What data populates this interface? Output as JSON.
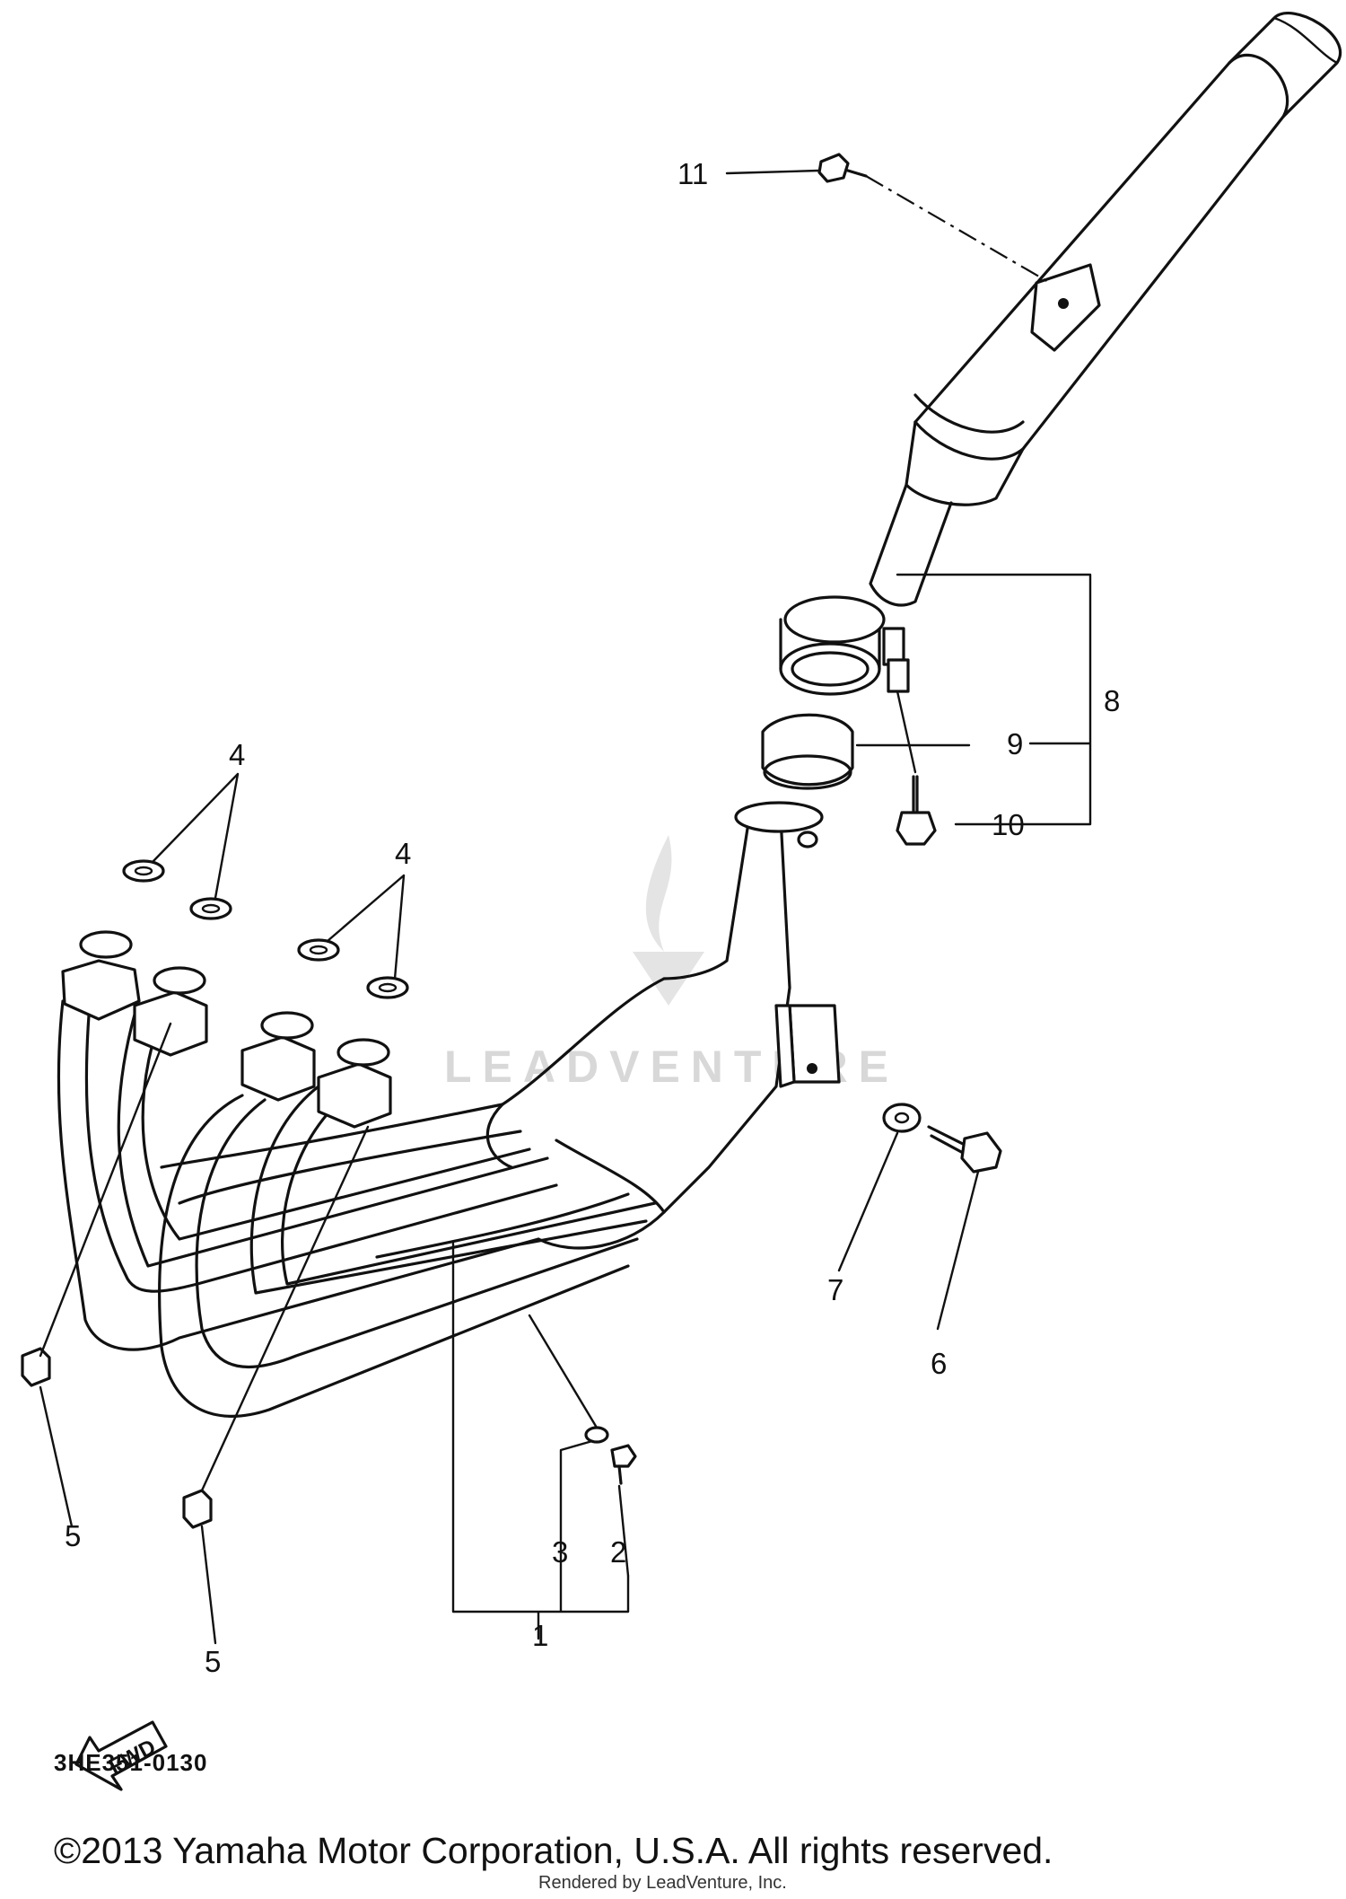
{
  "diagram": {
    "callouts": [
      {
        "id": "c1",
        "text": "1"
      },
      {
        "id": "c2",
        "text": "2"
      },
      {
        "id": "c3",
        "text": "3"
      },
      {
        "id": "c4a",
        "text": "4"
      },
      {
        "id": "c4b",
        "text": "4"
      },
      {
        "id": "c5a",
        "text": "5"
      },
      {
        "id": "c5b",
        "text": "5"
      },
      {
        "id": "c6",
        "text": "6"
      },
      {
        "id": "c7",
        "text": "7"
      },
      {
        "id": "c8",
        "text": "8"
      },
      {
        "id": "c9",
        "text": "9"
      },
      {
        "id": "c10",
        "text": "10"
      },
      {
        "id": "c11",
        "text": "11"
      }
    ],
    "fwd_label": "FWD",
    "watermark": "LEADVENTURE",
    "diagram_code": "3HE351-0130",
    "copyright": "©2013 Yamaha Motor Corporation, U.S.A. All rights reserved.",
    "rendered_by": "Rendered by LeadVenture, Inc."
  },
  "colors": {
    "ink": "#111111",
    "background": "#ffffff",
    "watermark": "#d8d8d8"
  }
}
